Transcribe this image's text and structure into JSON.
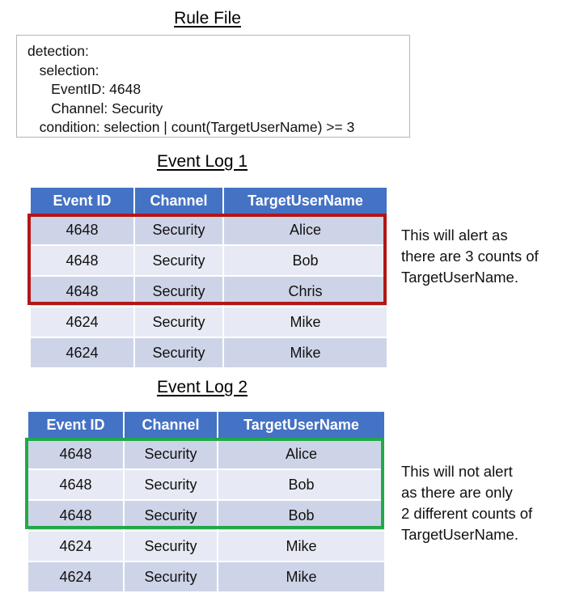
{
  "rule_file": {
    "title": "Rule File",
    "code": "detection:\n   selection:\n      EventID: 4648\n      Channel: Security\n   condition: selection | count(TargetUserName) >= 3"
  },
  "event_log_1": {
    "title": "Event Log 1",
    "columns": [
      "Event ID",
      "Channel",
      "TargetUserName"
    ],
    "rows": [
      [
        "4648",
        "Security",
        "Alice"
      ],
      [
        "4648",
        "Security",
        "Bob"
      ],
      [
        "4648",
        "Security",
        "Chris"
      ],
      [
        "4624",
        "Security",
        "Mike"
      ],
      [
        "4624",
        "Security",
        "Mike"
      ]
    ],
    "highlight": {
      "color": "#b31616",
      "rows": [
        0,
        1,
        2
      ]
    },
    "annotation": "This will alert as\nthere are 3 counts of\nTargetUserName."
  },
  "event_log_2": {
    "title": "Event Log 2",
    "columns": [
      "Event ID",
      "Channel",
      "TargetUserName"
    ],
    "rows": [
      [
        "4648",
        "Security",
        "Alice"
      ],
      [
        "4648",
        "Security",
        "Bob"
      ],
      [
        "4648",
        "Security",
        "Bob"
      ],
      [
        "4624",
        "Security",
        "Mike"
      ],
      [
        "4624",
        "Security",
        "Mike"
      ]
    ],
    "highlight": {
      "color": "#21a84a",
      "rows": [
        0,
        1,
        2
      ]
    },
    "annotation": "This will not alert\nas there are only\n2 different counts of\nTargetUserName."
  },
  "colors": {
    "header_blue": "#4472c4",
    "row_dark": "#ced4e7",
    "row_light": "#e7eaf4",
    "alert_red": "#b31616",
    "no_alert_green": "#21a84a",
    "box_border": "#b5b5b5"
  }
}
